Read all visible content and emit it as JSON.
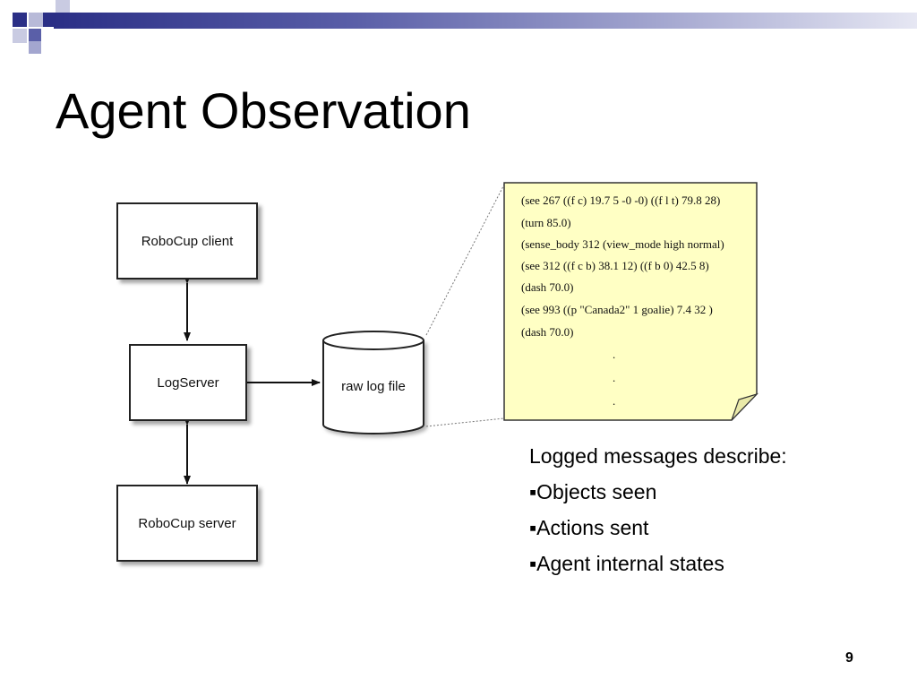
{
  "slide": {
    "title": "Agent Observation",
    "page_number": "9"
  },
  "diagram": {
    "boxes": {
      "client": "RoboCup client",
      "logserver": "LogServer",
      "server": "RoboCup server"
    },
    "cylinder_label": "raw log file",
    "log_lines": [
      "(see 267 ((f c) 19.7 5 -0 -0) ((f l t) 79.8 28)",
      "(turn 85.0)",
      "(sense_body 312 (view_mode high normal)",
      "(see 312 ((f c b) 38.1 12) ((f b 0) 42.5 8)",
      "(dash 70.0)",
      "(see 993 ((p \"Canada2\" 1 goalie) 7.4 32 )",
      "(dash 70.0)"
    ],
    "ellipsis_dots": [
      ".",
      ".",
      "."
    ]
  },
  "description": {
    "heading": "Logged messages describe:",
    "bullets": [
      "▪Objects seen",
      "▪Actions sent",
      "▪Agent internal states"
    ]
  },
  "colors": {
    "note_fill": "#ffffc4",
    "header_dark": "#2b2f86",
    "header_light": "#a3a6cf"
  }
}
